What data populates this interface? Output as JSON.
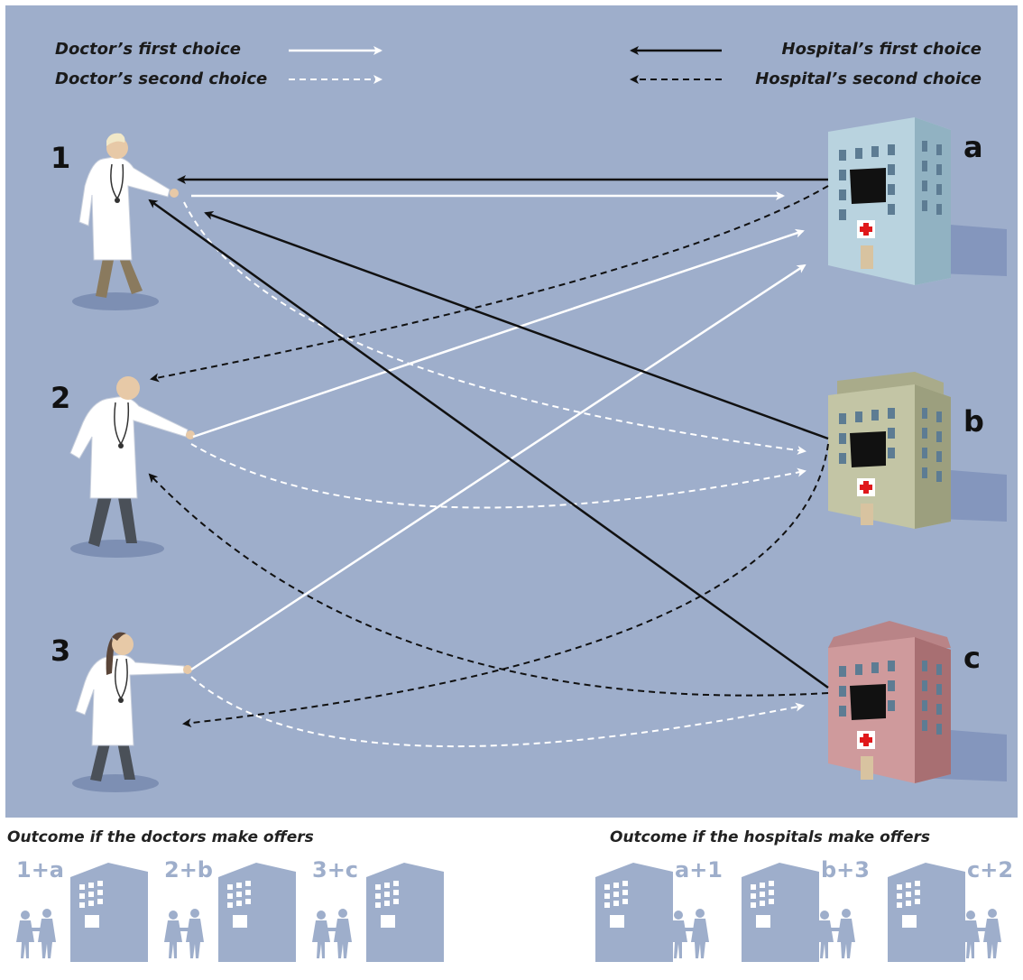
{
  "legend": {
    "doctor_first": "Doctor’s first choice",
    "doctor_second": "Doctor’s second choice",
    "hospital_first": "Hospital’s first choice",
    "hospital_second": "Hospital’s second choice"
  },
  "doctors": [
    "1",
    "2",
    "3"
  ],
  "hospitals": [
    "a",
    "b",
    "c"
  ],
  "outcomes": {
    "doctors_offer": {
      "title": "Outcome if the doctors make offers",
      "pairs": [
        "1+a",
        "2+b",
        "3+c"
      ]
    },
    "hospitals_offer": {
      "title": "Outcome if the hospitals make offers",
      "pairs": [
        "a+1",
        "b+3",
        "c+2"
      ]
    }
  },
  "colors": {
    "background": "#9eaecb",
    "doctor_arrows": "#ffffff",
    "hospital_arrows": "#111111",
    "hospital_a": "#b9d3df",
    "hospital_b": "#c3c5a5",
    "hospital_c": "#cf9a9c",
    "outcome_icons": "#9eaecb"
  }
}
